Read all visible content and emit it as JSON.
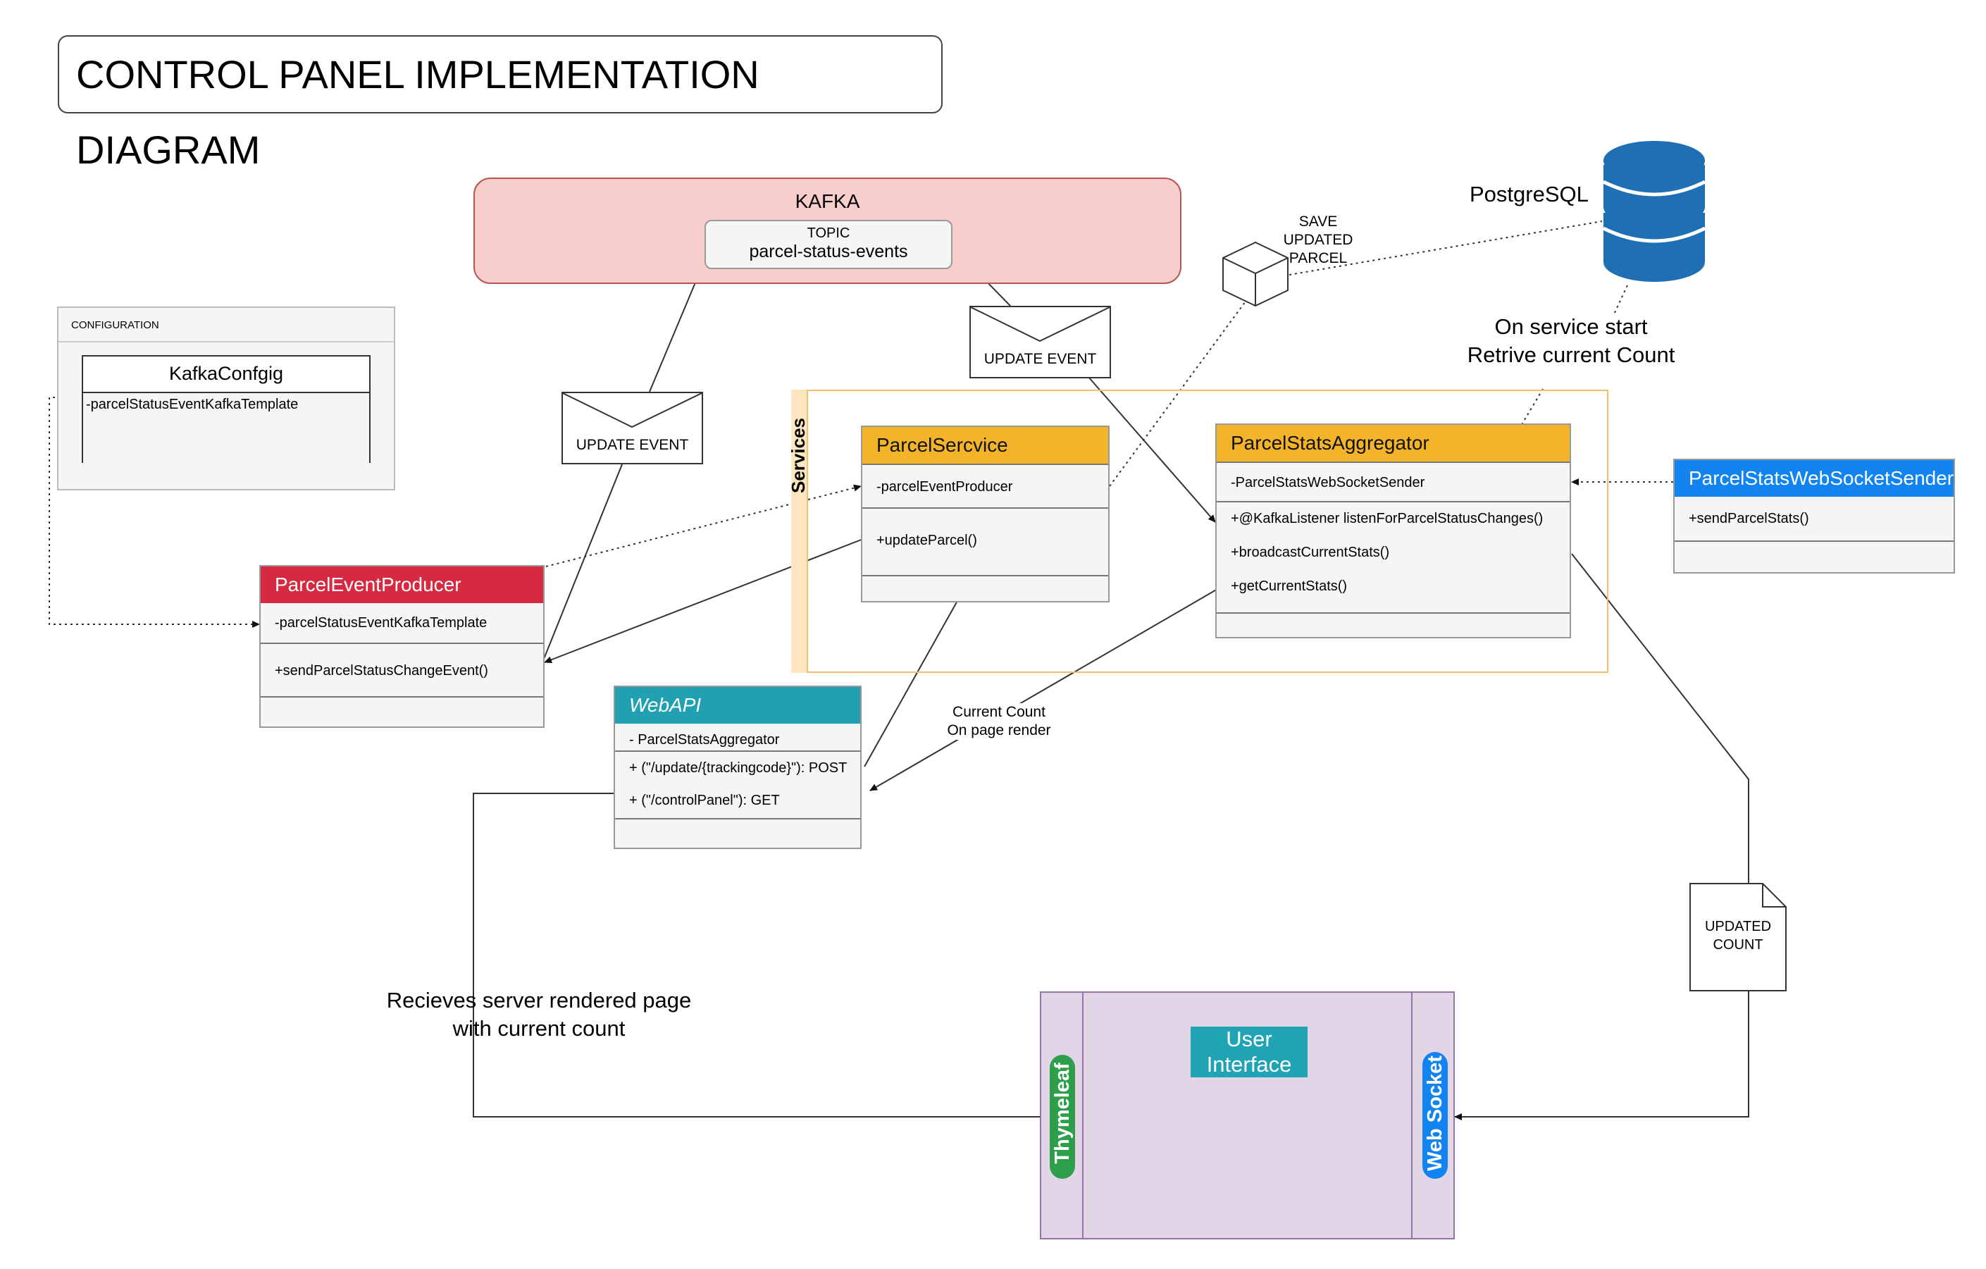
{
  "title": "CONTROL PANEL IMPLEMENTATION DIAGRAM",
  "kafka": {
    "label": "KAFKA",
    "topic_caption": "TOPIC",
    "topic_name": "parcel-status-events"
  },
  "configuration": {
    "header": "CONFIGURATION",
    "class_name": "KafkaConfgig",
    "field": "-parcelStatusEventKafkaTemplate"
  },
  "envelopes": {
    "left": "UPDATE EVENT",
    "right": "UPDATE EVENT"
  },
  "save_note": "SAVE\nUPDATED\nPARCEL",
  "database": {
    "label": "PostgreSQL",
    "color": "#1f6fb4"
  },
  "startup_note": "On service start\nRetrive current Count",
  "services_label": "Services",
  "classes": {
    "parcel_event_producer": {
      "name": "ParcelEventProducer",
      "field": "-parcelStatusEventKafkaTemplate",
      "method": "+sendParcelStatusChangeEvent()",
      "color": "#d62a41"
    },
    "parcel_service": {
      "name": "ParcelSercvice",
      "field": "-parcelEventProducer",
      "method": "+updateParcel()",
      "color": "#f3b42a"
    },
    "parcel_stats_aggregator": {
      "name": "ParcelStatsAggregator",
      "field": "-ParcelStatsWebSocketSender",
      "methods": [
        "+@KafkaListener listenForParcelStatusChanges()",
        "+broadcastCurrentStats()",
        "+getCurrentStats()"
      ],
      "color": "#f3b42a"
    },
    "web_socket_sender": {
      "name": "ParcelStatsWebSocketSender",
      "method": "+sendParcelStats()",
      "color": "#1284f0"
    },
    "web_api": {
      "name": "WebAPI",
      "field": "- ParcelStatsAggregator",
      "methods": [
        "+ (\"/update/{trackingcode}\"): POST",
        "+ (\"/controlPanel\"): GET"
      ],
      "color": "#20a0b0"
    }
  },
  "current_count_note": "Current Count\nOn page render",
  "updated_count_note": "UPDATED\nCOUNT",
  "server_render_note": "Recieves server rendered page\nwith current count",
  "user_interface": {
    "label": "User\nInterface",
    "thymeleaf": "Thymeleaf",
    "thymeleaf_color": "#2e9e4a",
    "websocket": "Web Socket",
    "websocket_color": "#1284f0"
  }
}
